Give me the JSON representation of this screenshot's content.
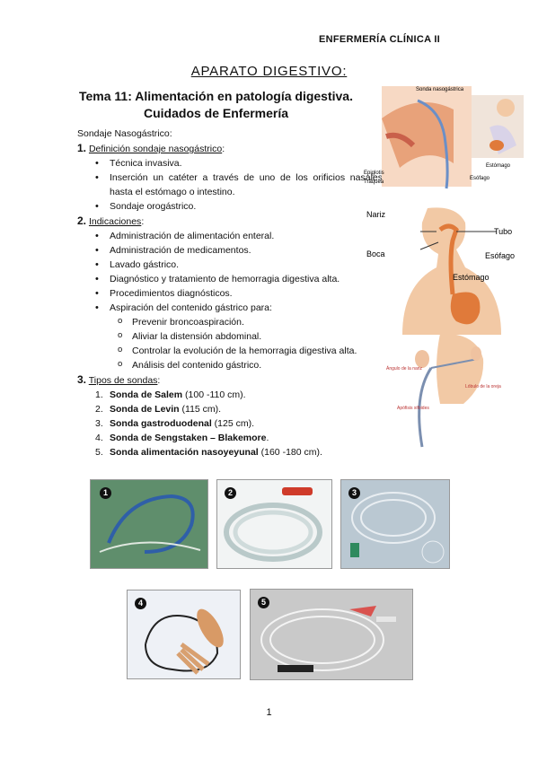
{
  "header": "ENFERMERÍA CLÍNICA II",
  "title": "APARATO DIGESTIVO:",
  "subtitle_line1": "Tema 11: Alimentación en patología digestiva.",
  "subtitle_line2": "Cuidados de Enfermería",
  "lead": "Sondaje Nasogástrico:",
  "sections": [
    {
      "num": "1.",
      "label": "Definición sondaje nasogástrico",
      "suffix": ":"
    },
    {
      "num": "2.",
      "label": "Indicaciones",
      "suffix": ":"
    },
    {
      "num": "3.",
      "label": "Tipos de sondas",
      "suffix": ":"
    }
  ],
  "definition_items": [
    "Técnica invasiva.",
    "Inserción un catéter a través de uno de los orificios nasales hasta el estómago o intestino.",
    "Sondaje orogástrico."
  ],
  "indication_items": [
    "Administración de alimentación enteral.",
    "Administración de medicamentos.",
    "Lavado gástrico.",
    "Diagnóstico y tratamiento de hemorragia digestiva alta.",
    "Procedimientos diagnósticos.",
    "Aspiración del contenido gástrico para:"
  ],
  "aspiration_items": [
    "Prevenir broncoaspiración.",
    "Aliviar la distensión abdominal.",
    "Controlar la evolución de la hemorragia digestiva alta.",
    "Análisis del contenido gástrico."
  ],
  "types": [
    {
      "n": "1.",
      "name": "Sonda de Salem",
      "detail": " (100 -110 cm)."
    },
    {
      "n": "2.",
      "name": "Sonda de Levin",
      "detail": " (115 cm)."
    },
    {
      "n": "3.",
      "name": "Sonda gastroduodenal",
      "detail": " (125 cm)."
    },
    {
      "n": "4.",
      "name": "Sonda de Sengstaken – Blakemore",
      "detail": "."
    },
    {
      "n": "5.",
      "name": "Sonda alimentación nasoyeyunal",
      "detail": " (160 -180 cm)."
    }
  ],
  "illus1_labels": {
    "sonda": "Sonda nasogástrica",
    "epiglotis": "Epiglotis",
    "traquea": "Tráquea",
    "esofago": "Esófago",
    "estomago": "Estómago"
  },
  "illus2_labels": {
    "nariz": "Nariz",
    "boca": "Boca",
    "tubo": "Tubo",
    "esofago": "Esófago",
    "estomago": "Estómago"
  },
  "illus3_labels": {
    "angulo": "Ángulo de la nariz",
    "lobulo": "Lóbulo de la oreja",
    "apofisis": "Apófisis xifoides"
  },
  "photo_badges": [
    "1",
    "2",
    "3",
    "4",
    "5"
  ],
  "page_number": "1",
  "colors": {
    "skin": "#f2c9a5",
    "tube_blue": "#3b6fb5",
    "organ": "#e07a3a",
    "photo_green": "#5c8a68"
  }
}
